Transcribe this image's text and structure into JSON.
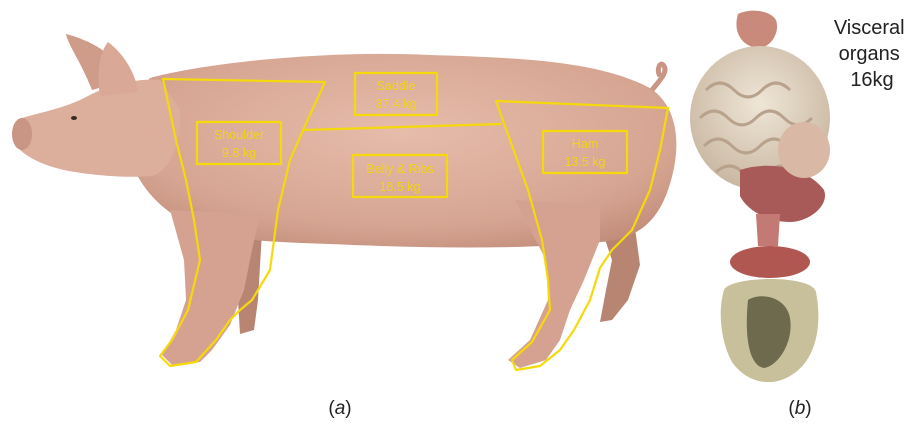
{
  "colors": {
    "outline": "#f5d90a",
    "label_text": "#f2d21a",
    "pig_skin": "#d9aa98",
    "pig_shadow": "#c08a78"
  },
  "panel_a": {
    "caption_letter": "a",
    "segments": {
      "shoulder": {
        "name": "Shoulder",
        "weight": "9.8 kg"
      },
      "saddle": {
        "name": "Saddle",
        "weight": "37.4 kg"
      },
      "belly_ribs": {
        "name": "Belly & Ribs",
        "weight": "18.5 kg"
      },
      "ham": {
        "name": "Ham",
        "weight": "13.5 kg"
      }
    }
  },
  "panel_b": {
    "caption_letter": "b",
    "label_lines": [
      "Visceral",
      "organs",
      "16kg"
    ]
  }
}
